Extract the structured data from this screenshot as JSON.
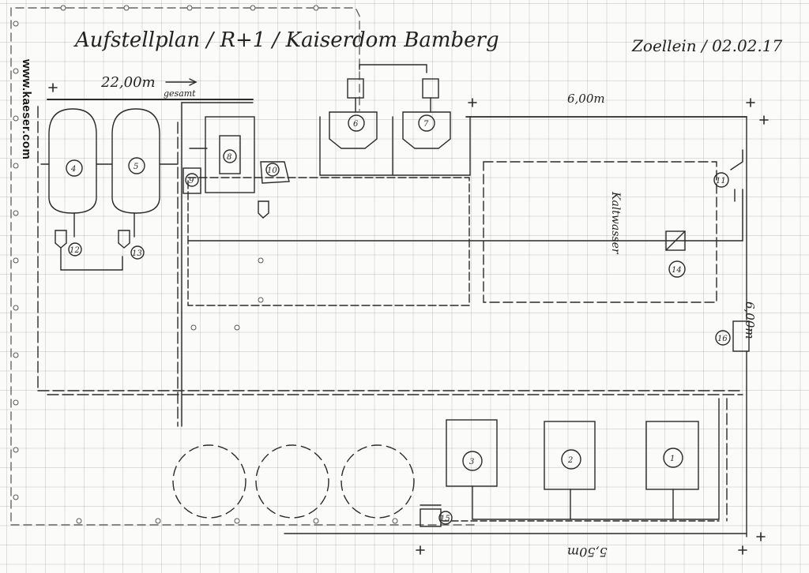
{
  "header": {
    "title": "Aufstellplan / R+1 / Kaiserdom Bamberg",
    "author_date": "Zoellein / 02.02.17"
  },
  "vendor": {
    "url": "www.kaeser.com"
  },
  "dimensions": {
    "total_length": "22,00m",
    "total_label": "gesamt",
    "top_width": "6,00m",
    "right_height": "6,00m",
    "bottom_width": "5,50m"
  },
  "room_labels": {
    "cold_water": "Kaltwasser"
  },
  "components": {
    "boiler_1": "1",
    "boiler_2": "2",
    "boiler_3": "3",
    "tank_4": "4",
    "tank_5": "5",
    "vessel_6": "6",
    "vessel_7": "7",
    "unit_8": "8",
    "pump_9": "9",
    "pump_10": "10",
    "pump_11": "11",
    "pump_12": "12",
    "pump_13": "13",
    "meter_14": "14",
    "pump_15": "15",
    "box_16": "16"
  },
  "colors": {
    "ink": "#2a2a2a",
    "grid": "#c8c8c8",
    "paper": "#fbfbf9"
  }
}
